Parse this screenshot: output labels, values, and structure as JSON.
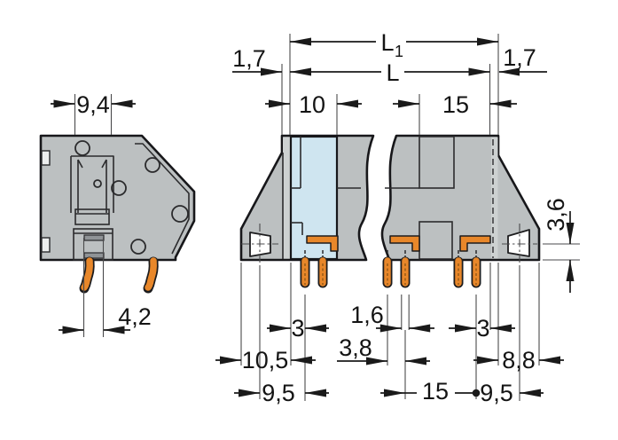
{
  "drawing": {
    "type": "terminal-block-dimensional-drawing",
    "colors": {
      "body_gray": "#bcc0c1",
      "end_plate_strip": "#cdd1d1",
      "highlight_pole_blue": "#cfe5f0",
      "conductor_orange": "#e8872a",
      "outline_black": "#17171a",
      "background": "#ffffff"
    },
    "side": {
      "dims": {
        "slot_width": "9,4",
        "pin_offset": "4,2"
      }
    },
    "front": {
      "dims": {
        "l1": "L",
        "l1_sub": "1",
        "l": "L",
        "end_left": "1,7",
        "end_right": "1,7",
        "pole_small": "10",
        "pole_large": "15",
        "clearance": "3,6",
        "pin_edge_left": "3",
        "pin_edge_right": "3",
        "pin_width": "1,6",
        "pin_gap": "3,8",
        "foot_left": "10,5",
        "foot_right": "8,8",
        "center_left": "9,5",
        "center_right": "9,5",
        "pitch": "15"
      }
    }
  }
}
